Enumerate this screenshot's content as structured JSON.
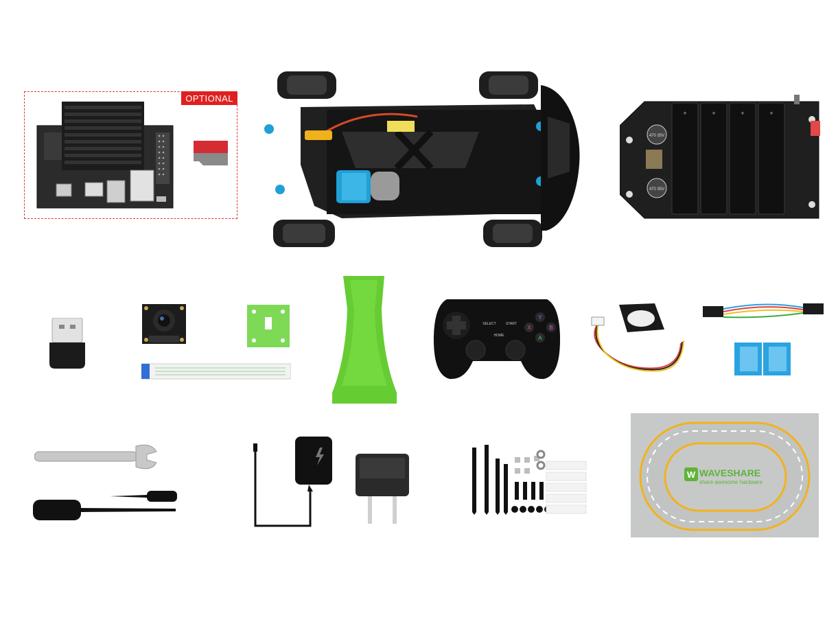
{
  "optional_label": "OPTIONAL",
  "map_logo": {
    "brand": "WAVESHARE",
    "tagline": "share awesome hardware",
    "mark": "W"
  },
  "gamepad_labels": {
    "select": "SELECT",
    "start": "START",
    "home": "HOME",
    "y": "Y",
    "x": "X",
    "b": "B",
    "a": "A"
  },
  "battery_labels": {
    "cap1": "470 35V",
    "cap2": "470 35V"
  },
  "colors": {
    "accent_red": "#e02020",
    "bracket_green": "#66cc33",
    "hub_blue": "#1fa0d6",
    "track_yellow": "#f2b21c",
    "map_gray": "#c7c9c9",
    "logo_green": "#5fb33a",
    "pad_blue": "#2aa3e0"
  }
}
